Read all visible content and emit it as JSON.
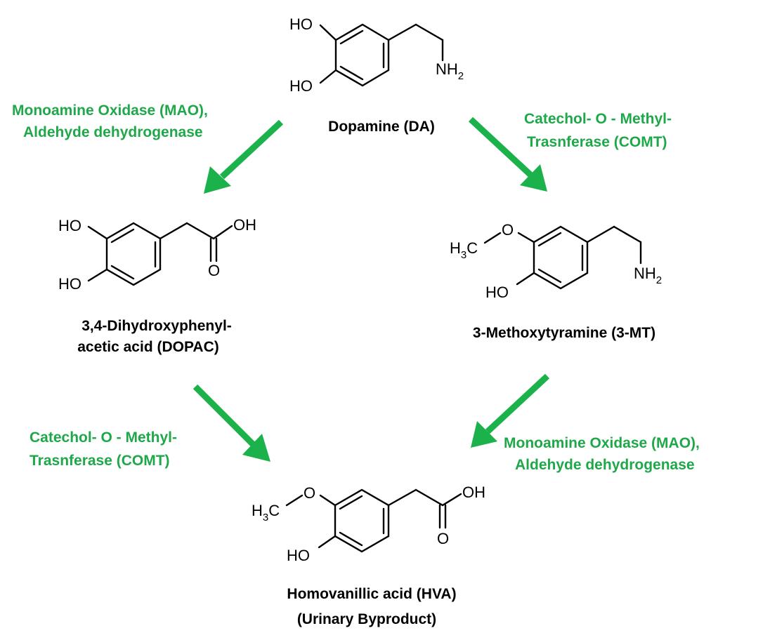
{
  "colors": {
    "arrow": "#1bb14b",
    "enzyme_text": "#1fa84a",
    "byproduct": "#f2862b",
    "structure": "#000000"
  },
  "compounds": {
    "dopamine": {
      "name": "Dopamine (DA)",
      "labels": {
        "ho_top": "HO",
        "ho_bottom": "HO",
        "nh2_main": "NH",
        "nh2_sub": "2"
      }
    },
    "dopac": {
      "name_line1": "3,4-Dihydroxyphenyl-",
      "name_line2": "acetic acid (DOPAC)",
      "labels": {
        "ho_top": "HO",
        "ho_bottom": "HO",
        "oh": "OH",
        "o": "O"
      }
    },
    "mt": {
      "name": "3-Methoxytyramine (3-MT)",
      "labels": {
        "h3c_h": "H",
        "h3c_sub": "3",
        "h3c_c": "C",
        "o": "O",
        "ho": "HO",
        "nh2_main": "NH",
        "nh2_sub": "2"
      }
    },
    "hva": {
      "name": "Homovanillic acid (HVA)",
      "note": "(Urinary Byproduct)",
      "labels": {
        "h3c_h": "H",
        "h3c_sub": "3",
        "h3c_c": "C",
        "o": "O",
        "ho": "HO",
        "oh": "OH",
        "o2": "O"
      }
    }
  },
  "enzymes": {
    "top_left": {
      "line1": "Monoamine Oxidase (MAO),",
      "line2": "Aldehyde dehydrogenase"
    },
    "top_right": {
      "line1": "Catechol- O - Methyl-",
      "line2": "Trasnferase (COMT)"
    },
    "bottom_left": {
      "line1": "Catechol- O - Methyl-",
      "line2": "Trasnferase (COMT)"
    },
    "bottom_right": {
      "line1": "Monoamine Oxidase (MAO),",
      "line2": "Aldehyde dehydrogenase"
    }
  },
  "arrows": [
    {
      "from": "dopamine",
      "to": "dopac"
    },
    {
      "from": "dopamine",
      "to": "3-MT"
    },
    {
      "from": "dopac",
      "to": "hva"
    },
    {
      "from": "3-MT",
      "to": "hva"
    }
  ]
}
